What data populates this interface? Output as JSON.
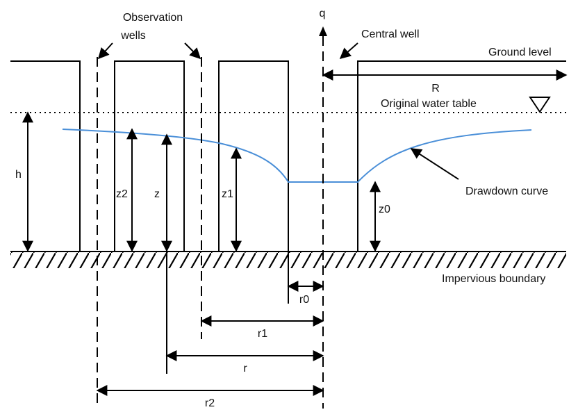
{
  "labels": {
    "observation_wells_line1": "Observation",
    "observation_wells_line2": "wells",
    "q": "q",
    "central_well": "Central well",
    "ground_level": "Ground level",
    "R": "R",
    "original_water_table": "Original water table",
    "h": "h",
    "z2": "z2",
    "z": "z",
    "z1": "z1",
    "z0": "z0",
    "drawdown_curve": "Drawdown curve",
    "impervious_boundary": "Impervious boundary",
    "r0": "r0",
    "r1": "r1",
    "r": "r",
    "r2": "r2"
  },
  "colors": {
    "line": "#000000",
    "drawdown": "#4a8fd8"
  }
}
